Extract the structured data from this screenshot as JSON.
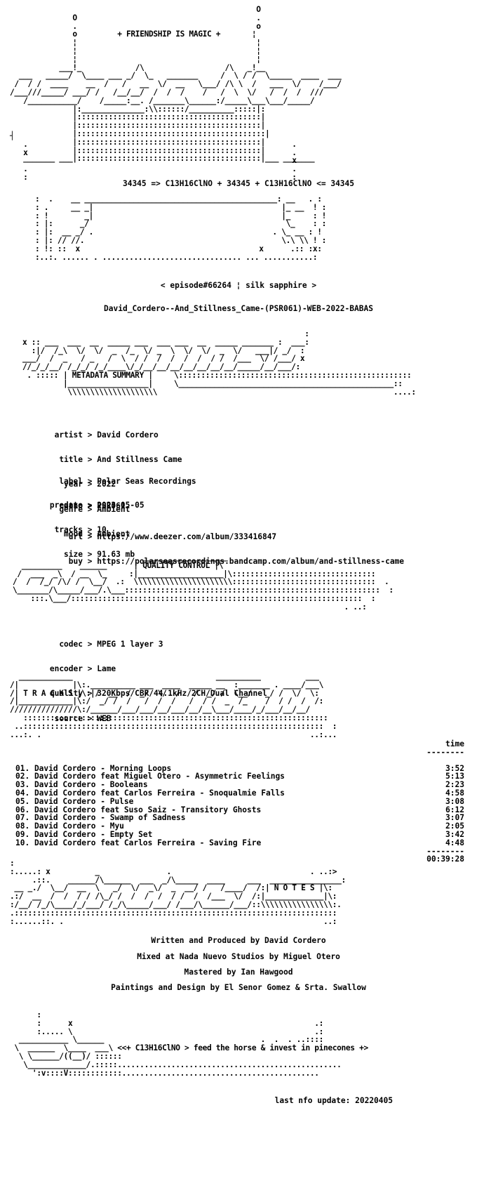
{
  "header": {
    "slogan": "+ FRIENDSHIP IS MAGIC +",
    "formula_line": "34345 => C13H16ClNO + 34345 + C13H16ClNO <= 34345",
    "episode": "< episode#66264 ¦ silk sapphire >",
    "release_name": "David_Cordero--And_Stillness_Came-(PSR061)-WEB-2022-BABAS"
  },
  "metadata": {
    "section_title": "METADATA SUMMARY",
    "group1": [
      {
        "key": "artist",
        "value": "David Cordero"
      },
      {
        "key": "title",
        "value": "And Stillness Came"
      },
      {
        "key": "year",
        "value": "2022"
      },
      {
        "key": "genre",
        "value": "Ambient"
      },
      {
        "key": "mood",
        "value": "Ambient"
      }
    ],
    "group2": [
      {
        "key": "label",
        "value": "Polar Seas Recordings"
      },
      {
        "key": "catno",
        "value": "PSR061"
      }
    ],
    "group3": [
      {
        "key": "predate",
        "value": "2023-05-05"
      },
      {
        "key": "tracks",
        "value": "10"
      },
      {
        "key": "size",
        "value": "91.63 mb"
      }
    ],
    "group4": [
      {
        "key": "url",
        "value": "https://www.deezer.com/album/333416847"
      },
      {
        "key": "buy",
        "value": "https://polarseasrecordings.bandcamp.com/album/and-stillness-came"
      }
    ]
  },
  "quality": {
    "section_title": "QUALITY CONTROL",
    "rows": [
      {
        "key": "codec",
        "value": "MPEG 1 layer 3"
      },
      {
        "key": "encoder",
        "value": "Lame"
      },
      {
        "key": "quality",
        "value": "320Kbps/CBR/44.1kHz/2CH/Dual Channel"
      },
      {
        "key": "source",
        "value": "WEB"
      }
    ]
  },
  "tracks": {
    "section_title": "T R A C K S",
    "time_header": "time",
    "separator": "--------",
    "list": [
      {
        "title": "01. David Cordero - Morning Loops",
        "time": "3:52"
      },
      {
        "title": "02. David Cordero feat Miguel Otero - Asymmetric Feelings",
        "time": "5:13"
      },
      {
        "title": "03. David Cordero - Booleans",
        "time": "2:23"
      },
      {
        "title": "04. David Cordero feat Carlos Ferreira - Snoqualmie Falls",
        "time": "4:58"
      },
      {
        "title": "05. David Cordero - Pulse",
        "time": "3:08"
      },
      {
        "title": "06. David Cordero feat Suso Saiz - Transitory Ghosts",
        "time": "6:12"
      },
      {
        "title": "07. David Cordero - Swamp of Sadness",
        "time": "3:07"
      },
      {
        "title": "08. David Cordero - Myu",
        "time": "2:05"
      },
      {
        "title": "09. David Cordero - Empty Set",
        "time": "3:42"
      },
      {
        "title": "10. David Cordero feat Carlos Ferreira - Saving Fire",
        "time": "4:48"
      }
    ],
    "total": "00:39:28"
  },
  "notes": {
    "section_title": "N O T E S",
    "lines": [
      "Written and Produced by David Cordero",
      "Mixed at Nada Nuevo Studios by Miguel Otero",
      "Mastered by Ian Hawgood",
      "Paintings and Design by El Senor Gomez & Srta. Swallow"
    ]
  },
  "footer": {
    "tagline": "<<+ C13H16ClNO > feed the horse & invest in pinecones +>",
    "last_update": "last nfo update: 20220405"
  }
}
